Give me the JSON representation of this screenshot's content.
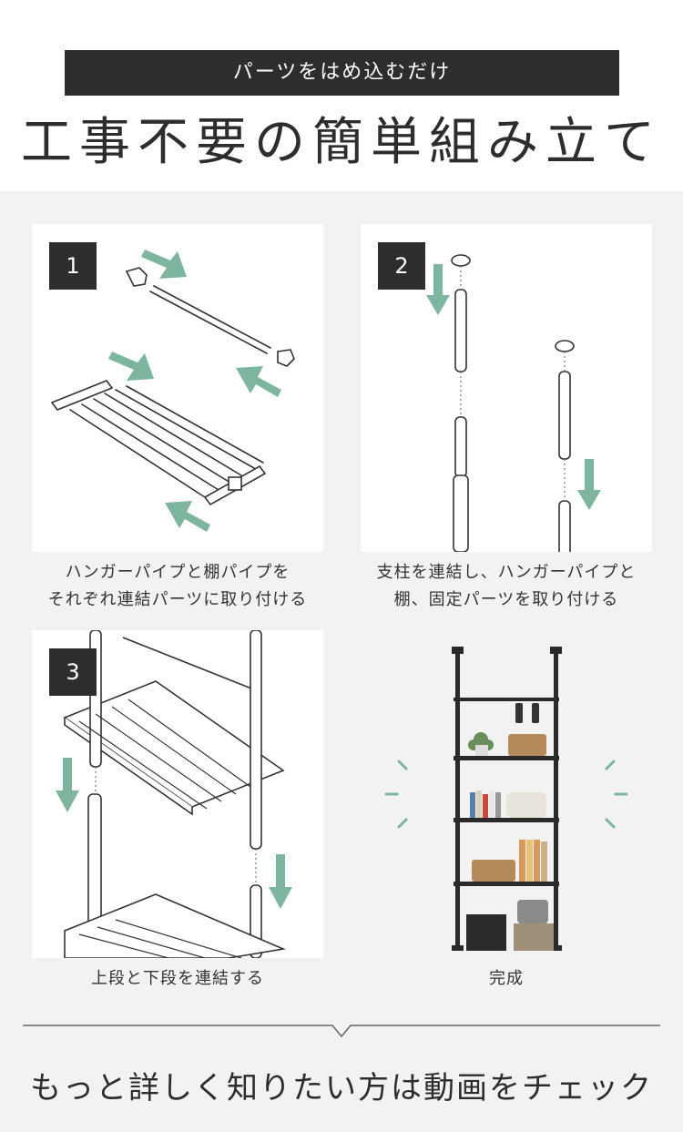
{
  "header": {
    "banner": "パーツをはめ込むだけ",
    "title": "工事不要の簡単組み立て"
  },
  "steps": [
    {
      "number": "1",
      "caption_line1": "ハンガーパイプと棚パイプを",
      "caption_line2": "それぞれ連結パーツに取り付ける"
    },
    {
      "number": "2",
      "caption_line1": "支柱を連結し、ハンガーパイプと",
      "caption_line2": "棚、固定パーツを取り付ける"
    },
    {
      "number": "3",
      "caption_line1": "上段と下段を連結する",
      "caption_line2": ""
    },
    {
      "number": "",
      "caption_line1": "完成",
      "caption_line2": ""
    }
  ],
  "footer": {
    "text": "もっと詳しく知りたい方は動画をチェック"
  },
  "colors": {
    "arrow": "#7eb59e",
    "dark": "#2d2d2d",
    "panel_bg": "#f2f2f2",
    "card_bg": "#ffffff"
  }
}
